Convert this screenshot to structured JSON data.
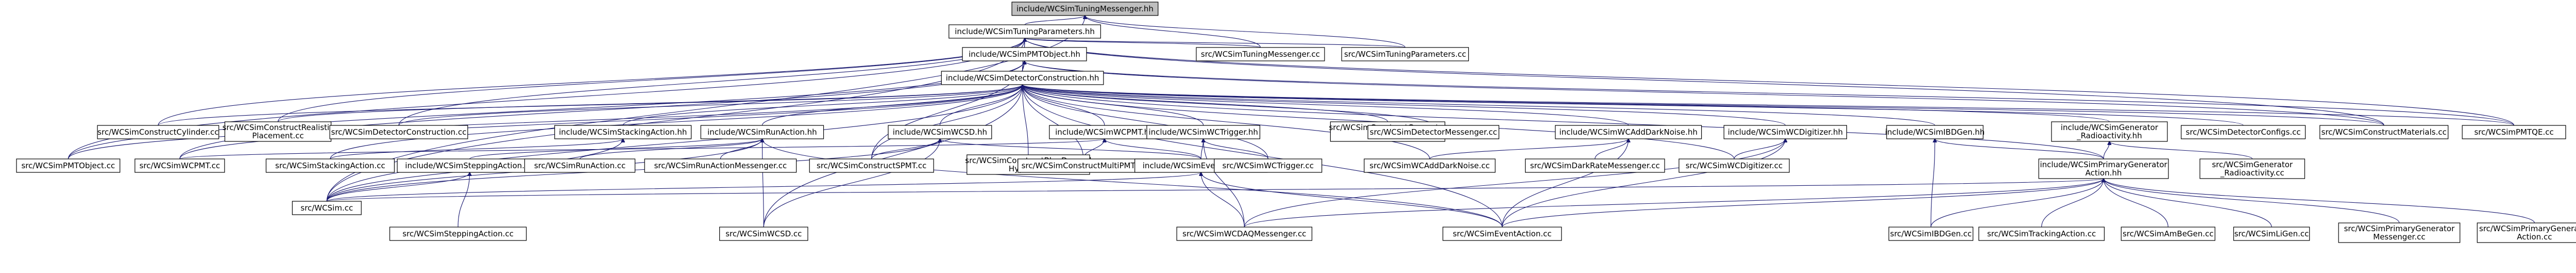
{
  "graph": {
    "root": "include/WCSimTuningMessenger.hh",
    "nodes": [
      {
        "id": "n_root",
        "lines": [
          "include/WCSimTuningMessenger.hh"
        ],
        "root": true
      },
      {
        "id": "n_tp_hh",
        "lines": [
          "include/WCSimTuningParameters.hh"
        ]
      },
      {
        "id": "n_pmtobj_hh",
        "lines": [
          "include/WCSimPMTObject.hh"
        ]
      },
      {
        "id": "n_detcons_hh",
        "lines": [
          "include/WCSimDetectorConstruction.hh"
        ]
      },
      {
        "id": "n_tuningmess_cc",
        "lines": [
          "src/WCSimTuningMessenger.cc"
        ]
      },
      {
        "id": "n_tuningpar_cc",
        "lines": [
          "src/WCSimTuningParameters.cc"
        ]
      },
      {
        "id": "n_constcyl",
        "lines": [
          "src/WCSimConstructCylinder.cc"
        ]
      },
      {
        "id": "n_constreal",
        "lines": [
          "src/WCSimConstructRealistic",
          "Placement.cc"
        ]
      },
      {
        "id": "n_detcons_cc",
        "lines": [
          "src/WCSimDetectorConstruction.cc"
        ]
      },
      {
        "id": "n_stacking_hh",
        "lines": [
          "include/WCSimStackingAction.hh"
        ]
      },
      {
        "id": "n_runaction_hh",
        "lines": [
          "include/WCSimRunAction.hh"
        ]
      },
      {
        "id": "n_wcsd_hh",
        "lines": [
          "include/WCSimWCSD.hh"
        ]
      },
      {
        "id": "n_wcpmt_hh",
        "lines": [
          "include/WCSimWCPMT.hh"
        ]
      },
      {
        "id": "n_trigger_hh",
        "lines": [
          "include/WCSimWCTrigger.hh"
        ]
      },
      {
        "id": "n_constgeom",
        "lines": [
          "src/WCSimConstructGeometry",
          "Tables.cc"
        ]
      },
      {
        "id": "n_detmess_cc",
        "lines": [
          "src/WCSimDetectorMessenger.cc"
        ]
      },
      {
        "id": "n_adddark_hh",
        "lines": [
          "include/WCSimWCAddDarkNoise.hh"
        ]
      },
      {
        "id": "n_digitizer_hh",
        "lines": [
          "include/WCSimWCDigitizer.hh"
        ]
      },
      {
        "id": "n_bgen_hh",
        "lines": [
          "include/WCSimIBDGen.hh"
        ]
      },
      {
        "id": "n_gradio_hh",
        "lines": [
          "include/WCSimGenerator",
          "_Radioactivity.hh"
        ]
      },
      {
        "id": "n_detconfigs_cc",
        "lines": [
          "src/WCSimDetectorConfigs.cc"
        ]
      },
      {
        "id": "n_constmat_cc",
        "lines": [
          "src/WCSimConstructMaterials.cc"
        ]
      },
      {
        "id": "n_pmtqe_cc",
        "lines": [
          "src/WCSimPMTQE.cc"
        ]
      },
      {
        "id": "n_pmtobj_cc",
        "lines": [
          "src/WCSimPMTObject.cc"
        ]
      },
      {
        "id": "n_wcpmt_cc",
        "lines": [
          "src/WCSimWCPMT.cc"
        ]
      },
      {
        "id": "n_stacking_cc",
        "lines": [
          "src/WCSimStackingAction.cc"
        ]
      },
      {
        "id": "n_stepping_hh",
        "lines": [
          "include/WCSimSteppingAction.hh"
        ]
      },
      {
        "id": "n_runaction_cc",
        "lines": [
          "src/WCSimRunAction.cc"
        ]
      },
      {
        "id": "n_runmess_cc",
        "lines": [
          "src/WCSimRunActionMessenger.cc"
        ]
      },
      {
        "id": "n_constspmt",
        "lines": [
          "src/WCSimConstructSPMT.cc"
        ]
      },
      {
        "id": "n_constwrap",
        "lines": [
          "src/WCSimConstructBlggDapped",
          "HyperK.cc"
        ]
      },
      {
        "id": "n_constmulti",
        "lines": [
          "src/WCSimConstructMultiPMT.cc"
        ]
      },
      {
        "id": "n_eventaction_hh",
        "lines": [
          "include/WCSimEventAction.hh"
        ]
      },
      {
        "id": "n_trigger_cc",
        "lines": [
          "src/WCSimWCTrigger.cc"
        ]
      },
      {
        "id": "n_adddark_cc",
        "lines": [
          "src/WCSimWCAddDarkNoise.cc"
        ]
      },
      {
        "id": "n_darkmess_cc",
        "lines": [
          "src/WCSimDarkRateMessenger.cc"
        ]
      },
      {
        "id": "n_digitizer_cc",
        "lines": [
          "src/WCSimWCDigitizer.cc"
        ]
      },
      {
        "id": "n_primgen_hh",
        "lines": [
          "include/WCSimPrimaryGenerator",
          "Action.hh"
        ]
      },
      {
        "id": "n_gradio_cc",
        "lines": [
          "src/WCSimGenerator",
          "_Radioactivity.cc"
        ]
      },
      {
        "id": "n_wcsim_cc",
        "lines": [
          "src/WCSim.cc"
        ]
      },
      {
        "id": "n_stepping_cc",
        "lines": [
          "src/WCSimSteppingAction.cc"
        ]
      },
      {
        "id": "n_wcsd_cc",
        "lines": [
          "src/WCSimWCSD.cc"
        ]
      },
      {
        "id": "n_daqmess_cc",
        "lines": [
          "src/WCSimWCDAQMessenger.cc"
        ]
      },
      {
        "id": "n_eventaction_cc",
        "lines": [
          "src/WCSimEventAction.cc"
        ]
      },
      {
        "id": "n_ibdgen_cc",
        "lines": [
          "src/WCSimIBDGen.cc"
        ]
      },
      {
        "id": "n_tracking_cc",
        "lines": [
          "src/WCSimTrackingAction.cc"
        ]
      },
      {
        "id": "n_ambe_cc",
        "lines": [
          "src/WCSimAmBeGen.cc"
        ]
      },
      {
        "id": "n_li_cc",
        "lines": [
          "src/WCSimLiGen.cc"
        ]
      },
      {
        "id": "n_primmess_cc",
        "lines": [
          "src/WCSimPrimaryGenerator",
          "Messenger.cc"
        ]
      },
      {
        "id": "n_primact_cc",
        "lines": [
          "src/WCSimPrimaryGenerator",
          "Action.cc"
        ]
      }
    ],
    "edges": [
      [
        "n_root",
        "n_tp_hh"
      ],
      [
        "n_root",
        "n_tuningmess_cc"
      ],
      [
        "n_root",
        "n_tuningpar_cc"
      ],
      [
        "n_root",
        "n_wcsim_cc"
      ],
      [
        "n_tp_hh",
        "n_pmtobj_hh"
      ],
      [
        "n_tp_hh",
        "n_detcons_hh"
      ],
      [
        "n_tp_hh",
        "n_tuningmess_cc"
      ],
      [
        "n_tp_hh",
        "n_tuningpar_cc"
      ],
      [
        "n_tp_hh",
        "n_constcyl"
      ],
      [
        "n_tp_hh",
        "n_constreal"
      ],
      [
        "n_tp_hh",
        "n_detcons_cc"
      ],
      [
        "n_tp_hh",
        "n_pmtobj_cc"
      ],
      [
        "n_tp_hh",
        "n_wcsim_cc"
      ],
      [
        "n_tp_hh",
        "n_constmat_cc"
      ],
      [
        "n_tp_hh",
        "n_pmtqe_cc"
      ],
      [
        "n_pmtobj_hh",
        "n_detcons_hh"
      ],
      [
        "n_pmtobj_hh",
        "n_pmtobj_cc"
      ],
      [
        "n_pmtobj_hh",
        "n_pmtqe_cc"
      ],
      [
        "n_pmtobj_hh",
        "n_wcpmt_cc"
      ],
      [
        "n_pmtobj_hh",
        "n_constspmt"
      ],
      [
        "n_pmtobj_hh",
        "n_constmat_cc"
      ],
      [
        "n_detcons_hh",
        "n_constcyl"
      ],
      [
        "n_detcons_hh",
        "n_constreal"
      ],
      [
        "n_detcons_hh",
        "n_detcons_cc"
      ],
      [
        "n_detcons_hh",
        "n_stacking_hh"
      ],
      [
        "n_detcons_hh",
        "n_runaction_hh"
      ],
      [
        "n_detcons_hh",
        "n_wcsd_hh"
      ],
      [
        "n_detcons_hh",
        "n_wcpmt_hh"
      ],
      [
        "n_detcons_hh",
        "n_trigger_hh"
      ],
      [
        "n_detcons_hh",
        "n_constgeom"
      ],
      [
        "n_detcons_hh",
        "n_detmess_cc"
      ],
      [
        "n_detcons_hh",
        "n_adddark_hh"
      ],
      [
        "n_detcons_hh",
        "n_digitizer_hh"
      ],
      [
        "n_detcons_hh",
        "n_bgen_hh"
      ],
      [
        "n_detcons_hh",
        "n_gradio_hh"
      ],
      [
        "n_detcons_hh",
        "n_detconfigs_cc"
      ],
      [
        "n_detcons_hh",
        "n_constmat_cc"
      ],
      [
        "n_detcons_hh",
        "n_pmtqe_cc"
      ],
      [
        "n_detcons_hh",
        "n_pmtobj_cc"
      ],
      [
        "n_detcons_hh",
        "n_wcpmt_cc"
      ],
      [
        "n_detcons_hh",
        "n_stacking_cc"
      ],
      [
        "n_detcons_hh",
        "n_constspmt"
      ],
      [
        "n_detcons_hh",
        "n_constwrap"
      ],
      [
        "n_detcons_hh",
        "n_constmulti"
      ],
      [
        "n_detcons_hh",
        "n_wcsim_cc"
      ],
      [
        "n_detcons_hh",
        "n_primgen_hh"
      ],
      [
        "n_detcons_hh",
        "n_eventaction_cc"
      ],
      [
        "n_detcons_hh",
        "n_adddark_cc"
      ],
      [
        "n_detcons_hh",
        "n_digitizer_cc"
      ],
      [
        "n_detcons_hh",
        "n_trigger_cc"
      ],
      [
        "n_detcons_hh",
        "n_wcsd_cc"
      ],
      [
        "n_stacking_hh",
        "n_stacking_cc"
      ],
      [
        "n_stacking_hh",
        "n_wcsim_cc"
      ],
      [
        "n_runaction_hh",
        "n_runaction_cc"
      ],
      [
        "n_runaction_hh",
        "n_runmess_cc"
      ],
      [
        "n_runaction_hh",
        "n_stepping_hh"
      ],
      [
        "n_runaction_hh",
        "n_wcsim_cc"
      ],
      [
        "n_runaction_hh",
        "n_eventaction_cc"
      ],
      [
        "n_runaction_hh",
        "n_wcsd_cc"
      ],
      [
        "n_wcsd_hh",
        "n_constspmt"
      ],
      [
        "n_wcsd_hh",
        "n_wcsd_cc"
      ],
      [
        "n_wcsd_hh",
        "n_eventaction_hh"
      ],
      [
        "n_wcsd_hh",
        "n_wcsim_cc"
      ],
      [
        "n_wcpmt_hh",
        "n_wcpmt_cc"
      ],
      [
        "n_wcpmt_hh",
        "n_eventaction_hh"
      ],
      [
        "n_wcpmt_hh",
        "n_constmulti"
      ],
      [
        "n_trigger_hh",
        "n_trigger_cc"
      ],
      [
        "n_trigger_hh",
        "n_eventaction_hh"
      ],
      [
        "n_trigger_hh",
        "n_daqmess_cc"
      ],
      [
        "n_adddark_hh",
        "n_adddark_cc"
      ],
      [
        "n_adddark_hh",
        "n_darkmess_cc"
      ],
      [
        "n_adddark_hh",
        "n_eventaction_cc"
      ],
      [
        "n_digitizer_hh",
        "n_digitizer_cc"
      ],
      [
        "n_digitizer_hh",
        "n_eventaction_cc"
      ],
      [
        "n_digitizer_hh",
        "n_daqmess_cc"
      ],
      [
        "n_bgen_hh",
        "n_ibdgen_cc"
      ],
      [
        "n_bgen_hh",
        "n_primgen_hh"
      ],
      [
        "n_gradio_hh",
        "n_gradio_cc"
      ],
      [
        "n_gradio_hh",
        "n_primgen_hh"
      ],
      [
        "n_stepping_hh",
        "n_stepping_cc"
      ],
      [
        "n_stepping_hh",
        "n_wcsim_cc"
      ],
      [
        "n_eventaction_hh",
        "n_eventaction_cc"
      ],
      [
        "n_eventaction_hh",
        "n_daqmess_cc"
      ],
      [
        "n_eventaction_hh",
        "n_wcsim_cc"
      ],
      [
        "n_primgen_hh",
        "n_eventaction_cc"
      ],
      [
        "n_primgen_hh",
        "n_ibdgen_cc"
      ],
      [
        "n_primgen_hh",
        "n_tracking_cc"
      ],
      [
        "n_primgen_hh",
        "n_ambe_cc"
      ],
      [
        "n_primgen_hh",
        "n_li_cc"
      ],
      [
        "n_primgen_hh",
        "n_primmess_cc"
      ],
      [
        "n_primgen_hh",
        "n_primact_cc"
      ],
      [
        "n_primgen_hh",
        "n_wcsim_cc"
      ],
      [
        "n_primgen_hh",
        "n_daqmess_cc"
      ]
    ]
  },
  "colors": {
    "edge": "#191970",
    "root_fill": "#bfbfbf",
    "node_fill": "#ffffff",
    "node_border": "#000000"
  }
}
